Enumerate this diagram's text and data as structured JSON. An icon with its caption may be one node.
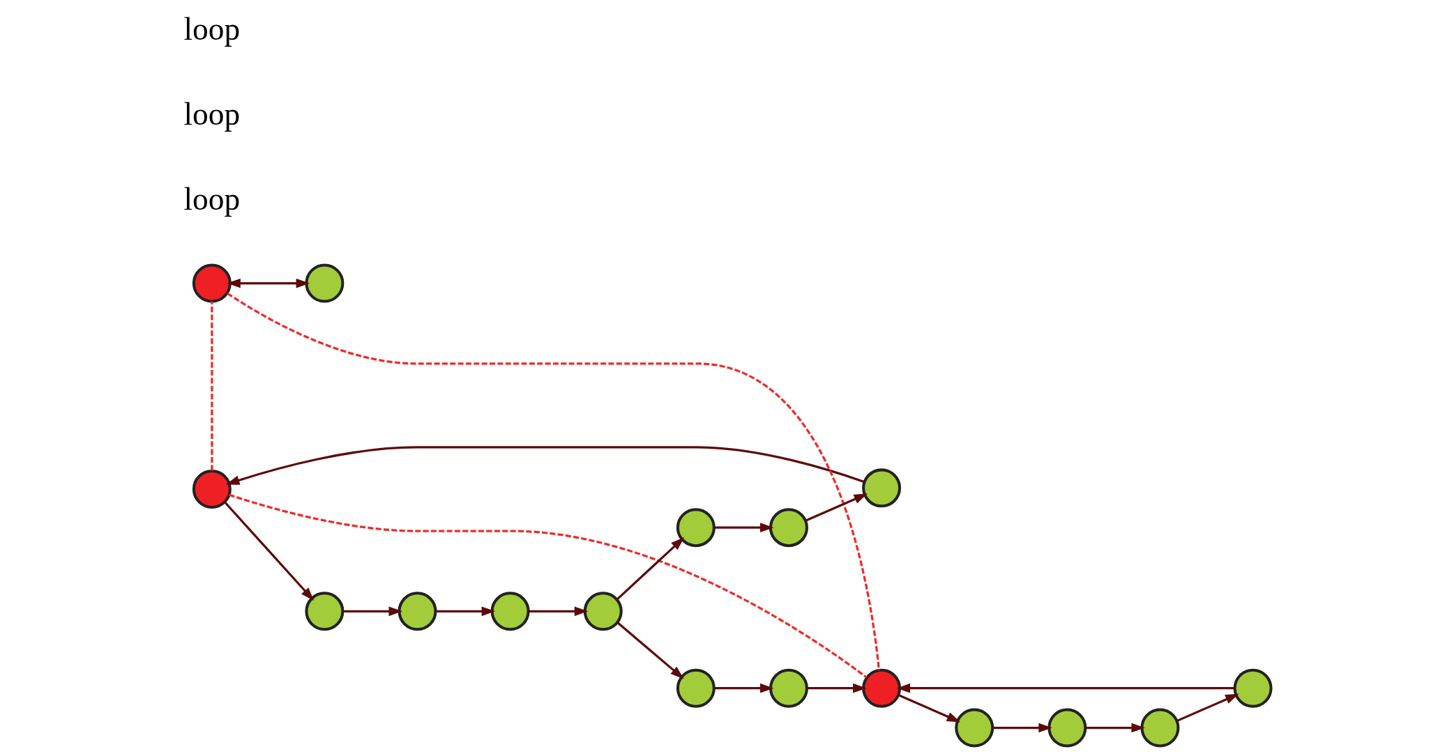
{
  "diagram": {
    "nodes": [
      {
        "text": [],
        "shape": "circle"
      },
      {
        "text": [],
        "shape": "circle"
      },
      {
        "text": [],
        "shape": "circle"
      },
      {
        "text": [],
        "shape": "circle"
      },
      {
        "text": [],
        "shape": "circle"
      },
      {
        "text": [],
        "shape": "circle"
      },
      {
        "text": [],
        "shape": "circle"
      },
      {
        "text": [],
        "shape": "circle"
      },
      {
        "text": [],
        "shape": "circle"
      },
      {
        "text": [],
        "shape": "circle"
      },
      {
        "text": [],
        "shape": "circle"
      },
      {
        "text": [],
        "shape": "circle"
      },
      {
        "text": [],
        "shape": "circle"
      },
      {
        "text": [],
        "shape": "circle"
      },
      {
        "text": [],
        "shape": "circle"
      },
      {
        "text": [],
        "shape": "circle"
      },
      {
        "text": [],
        "shape": "circle"
      }
    ],
    "edges": [
      {
        "from": 7,
        "to": 10,
        "arrow": "to"
      },
      {
        "from": 10,
        "to": 11,
        "arrow": "to"
      },
      {
        "from": 11,
        "to": 12,
        "arrow": "to"
      },
      {
        "from": 12,
        "to": 9,
        "arrow": "to"
      },
      {
        "from": 12,
        "to": 13,
        "arrow": "to"
      },
      {
        "from": 9,
        "to": 6,
        "arrow": "to"
      },
      {
        "from": 6,
        "to": 2,
        "arrow": "to"
      },
      {
        "from": 2,
        "to": 1,
        "arrow": "to"
      },
      {
        "from": 1,
        "to": 7,
        "arrow": "to"
      },
      {
        "from": 13,
        "to": 14,
        "arrow": "to"
      },
      {
        "from": 14,
        "to": 15,
        "arrow": "to"
      },
      {
        "from": 5,
        "to": 15,
        "arrow": "to"
      },
      {
        "from": 15,
        "to": 16,
        "arrow": "to"
      },
      {
        "from": 16,
        "to": 8,
        "arrow": "to"
      },
      {
        "from": 8,
        "to": 4,
        "arrow": "to"
      },
      {
        "from": 4,
        "to": 5,
        "arrow": "to"
      },
      {
        "from": 3,
        "to": 0,
        "arrow": "both"
      },
      {
        "from": 1,
        "to": 3,
        "arrow": "none",
        "style": "dashed",
        "color": "#ee2a2a"
      },
      {
        "from": 1,
        "to": 15,
        "arrow": "none",
        "style": "dashed",
        "color": "#ee2a2a"
      },
      {
        "from": 3,
        "to": 15,
        "arrow": "none",
        "style": "dashed",
        "color": "#ee2a2a"
      }
    ],
    "labels": [
      "loop",
      "loop",
      "loop"
    ]
  }
}
